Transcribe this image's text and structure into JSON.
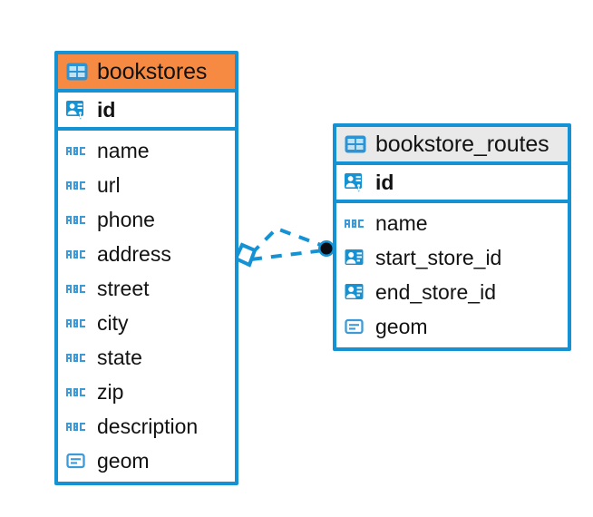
{
  "diagram": {
    "type": "entity-relationship-diagram",
    "background_color": "#ffffff",
    "accent_blue": "#1592D3",
    "accent_orange": "#F68A42",
    "header_gray": "#E9E9E9",
    "text_color": "#121212"
  },
  "entities": [
    {
      "name": "bookstores",
      "header_style": "accent-orange",
      "table_icon": "table-icon",
      "primary_keys": [
        {
          "label": "id",
          "icon": "primary-key-icon",
          "type": "pk"
        }
      ],
      "fields": [
        {
          "label": "name",
          "icon": "abc-text-icon",
          "type": "text"
        },
        {
          "label": "url",
          "icon": "abc-text-icon",
          "type": "text"
        },
        {
          "label": "phone",
          "icon": "abc-text-icon",
          "type": "text"
        },
        {
          "label": "address",
          "icon": "abc-text-icon",
          "type": "text"
        },
        {
          "label": "street",
          "icon": "abc-text-icon",
          "type": "text"
        },
        {
          "label": "city",
          "icon": "abc-text-icon",
          "type": "text"
        },
        {
          "label": "state",
          "icon": "abc-text-icon",
          "type": "text"
        },
        {
          "label": "zip",
          "icon": "abc-text-icon",
          "type": "text"
        },
        {
          "label": "description",
          "icon": "abc-text-icon",
          "type": "text"
        },
        {
          "label": "geom",
          "icon": "geometry-icon",
          "type": "geometry"
        }
      ]
    },
    {
      "name": "bookstore_routes",
      "header_style": "accent-gray",
      "table_icon": "table-icon",
      "primary_keys": [
        {
          "label": "id",
          "icon": "primary-key-icon",
          "type": "pk"
        }
      ],
      "fields": [
        {
          "label": "name",
          "icon": "abc-text-icon",
          "type": "text"
        },
        {
          "label": "start_store_id",
          "icon": "foreign-key-icon",
          "type": "fk"
        },
        {
          "label": "end_store_id",
          "icon": "foreign-key-icon",
          "type": "fk"
        },
        {
          "label": "geom",
          "icon": "geometry-icon",
          "type": "geometry"
        }
      ]
    }
  ],
  "relationship": {
    "line_style": "dashed",
    "line_color": "#1592D3",
    "source_marker": "diamond-outline-marker",
    "target_marker": "filled-circle-marker",
    "target_marker_fill": "#0B0B14"
  }
}
